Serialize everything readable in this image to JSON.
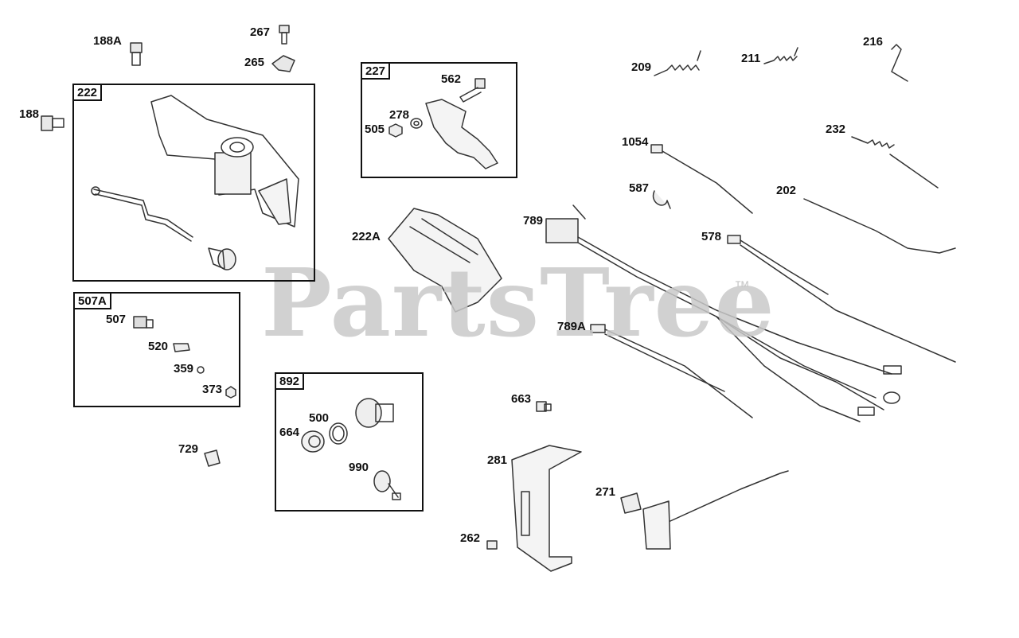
{
  "watermark": {
    "brand": "PartsTree",
    "trademark": "™"
  },
  "boxes": {
    "b222": "222",
    "b227": "227",
    "b507A": "507A",
    "b892": "892"
  },
  "labels": {
    "p188A": "188A",
    "p267": "267",
    "p265": "265",
    "p188": "188",
    "p562": "562",
    "p278": "278",
    "p505": "505",
    "p507": "507",
    "p520": "520",
    "p359": "359",
    "p373": "373",
    "p222A": "222A",
    "p500": "500",
    "p664": "664",
    "p990": "990",
    "p729": "729",
    "p209": "209",
    "p211": "211",
    "p216": "216",
    "p232": "232",
    "p1054": "1054",
    "p587": "587",
    "p202": "202",
    "p789": "789",
    "p578": "578",
    "p789A": "789A",
    "p663": "663",
    "p281": "281",
    "p271": "271",
    "p262": "262"
  }
}
